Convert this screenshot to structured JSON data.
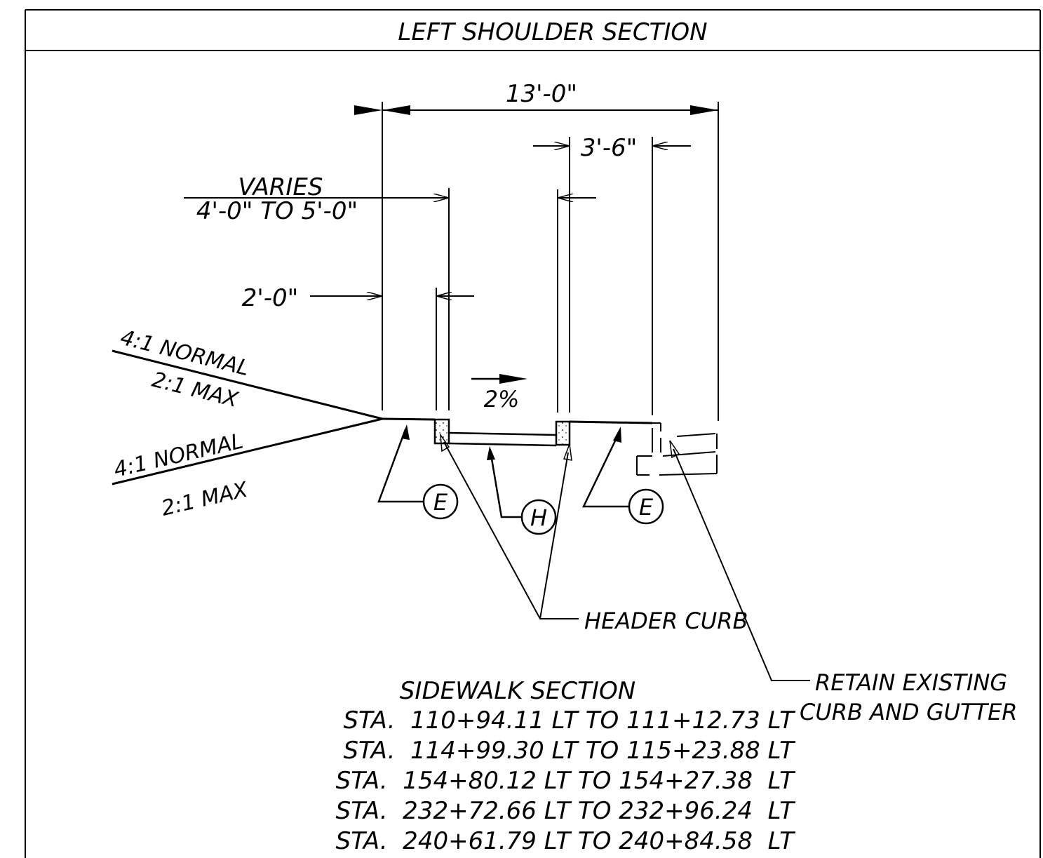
{
  "title": "LEFT SHOULDER SECTION",
  "dimensions": {
    "overall": "13'-0\"",
    "right_gap": "3'-6\"",
    "varies_top": "VARIES",
    "varies_bottom": "4'-0\" TO 5'-0\"",
    "two_foot": "2'-0\""
  },
  "slopes": {
    "upper_line1": "4:1 NORMAL",
    "upper_line2": "2:1 MAX",
    "lower_line1": "4:1 NORMAL",
    "lower_line2": "2:1 MAX",
    "cross_slope": "2%"
  },
  "callouts": {
    "left_e": "E",
    "middle_h": "H",
    "right_e": "E",
    "header_curb": "HEADER CURB",
    "retain_line1": "RETAIN EXISTING",
    "retain_line2": "CURB AND GUTTER"
  },
  "section": {
    "title": "SIDEWALK SECTION",
    "stations": [
      "STA.  110+94.11 LT TO 111+12.73 LT",
      "STA.  114+99.30 LT TO 115+23.88 LT",
      "STA.  154+80.12 LT TO 154+27.38  LT",
      "STA.  232+72.66 LT TO 232+96.24  LT",
      "STA.  240+61.79 LT TO 240+84.58  LT"
    ]
  }
}
